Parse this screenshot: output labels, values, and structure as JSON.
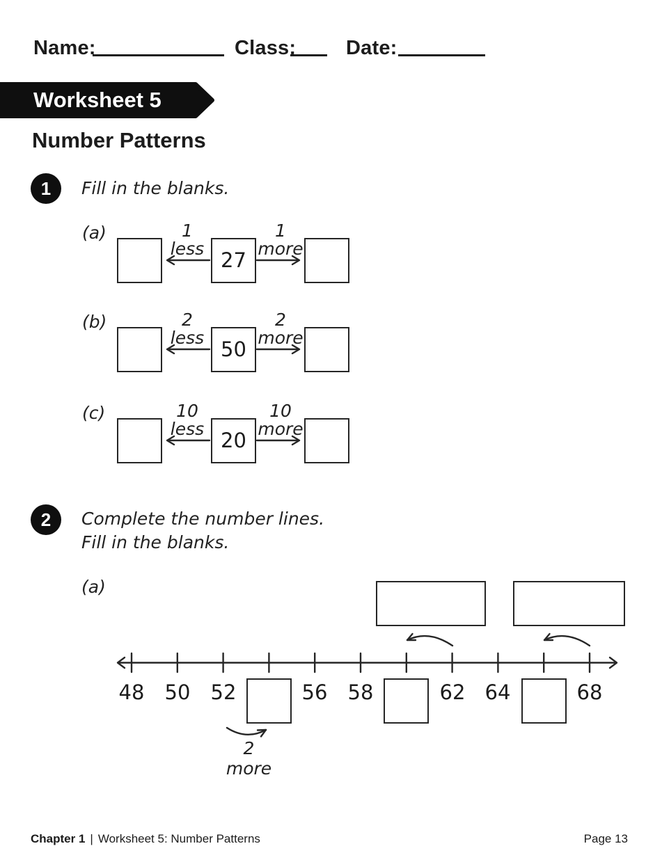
{
  "header": {
    "name_label": "Name:",
    "class_label": "Class:",
    "date_label": "Date:"
  },
  "banner": {
    "title": "Worksheet 5"
  },
  "page_heading": "Number Patterns",
  "q1": {
    "number": "1",
    "instruction": "Fill in the blanks.",
    "parts": [
      {
        "label": "(a)",
        "less_amount": "1",
        "less_word": "less",
        "value": "27",
        "more_amount": "1",
        "more_word": "more"
      },
      {
        "label": "(b)",
        "less_amount": "2",
        "less_word": "less",
        "value": "50",
        "more_amount": "2",
        "more_word": "more"
      },
      {
        "label": "(c)",
        "less_amount": "10",
        "less_word": "less",
        "value": "20",
        "more_amount": "10",
        "more_word": "more"
      }
    ]
  },
  "q2": {
    "number": "2",
    "instruction_line1": "Complete the number lines.",
    "instruction_line2": "Fill in the blanks.",
    "part_label": "(a)",
    "number_line": {
      "tick_labels": [
        "48",
        "50",
        "52",
        "",
        "56",
        "58",
        "",
        "62",
        "64",
        "",
        "68"
      ],
      "annotation": "2 more"
    }
  },
  "footer": {
    "chapter": "Chapter 1",
    "separator": "|",
    "title": "Worksheet 5: Number Patterns",
    "page": "Page 13"
  }
}
